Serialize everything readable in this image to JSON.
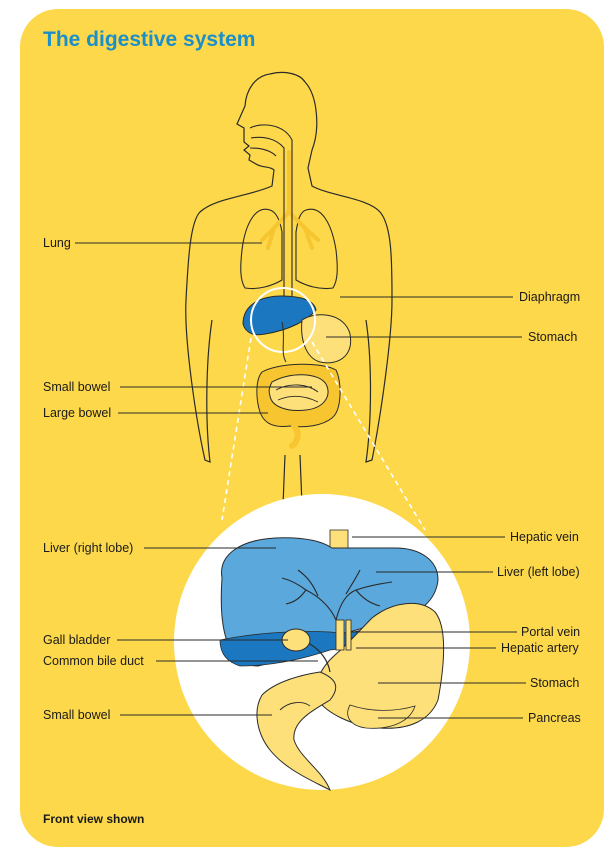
{
  "title": "The digestive system",
  "footnote": "Front view shown",
  "labels": {
    "lung": "Lung",
    "diaphragm": "Diaphragm",
    "stomach_top": "Stomach",
    "small_bowel_top": "Small bowel",
    "large_bowel": "Large bowel",
    "liver_right_lobe": "Liver (right lobe)",
    "hepatic_vein": "Hepatic vein",
    "liver_left_lobe": "Liver (left lobe)",
    "gall_bladder": "Gall bladder",
    "common_bile_duct": "Common bile duct",
    "portal_vein": "Portal vein",
    "hepatic_artery": "Hepatic artery",
    "stomach_detail": "Stomach",
    "small_bowel_detail": "Small bowel",
    "pancreas": "Pancreas"
  },
  "colors": {
    "background": "#fdd84a",
    "title": "#1b8fc9",
    "liver_light": "#5aa8dc",
    "liver_dark": "#1b78c0",
    "organ": "#fde07a",
    "bowel": "#f6c530",
    "outline": "#2a2a2a"
  }
}
